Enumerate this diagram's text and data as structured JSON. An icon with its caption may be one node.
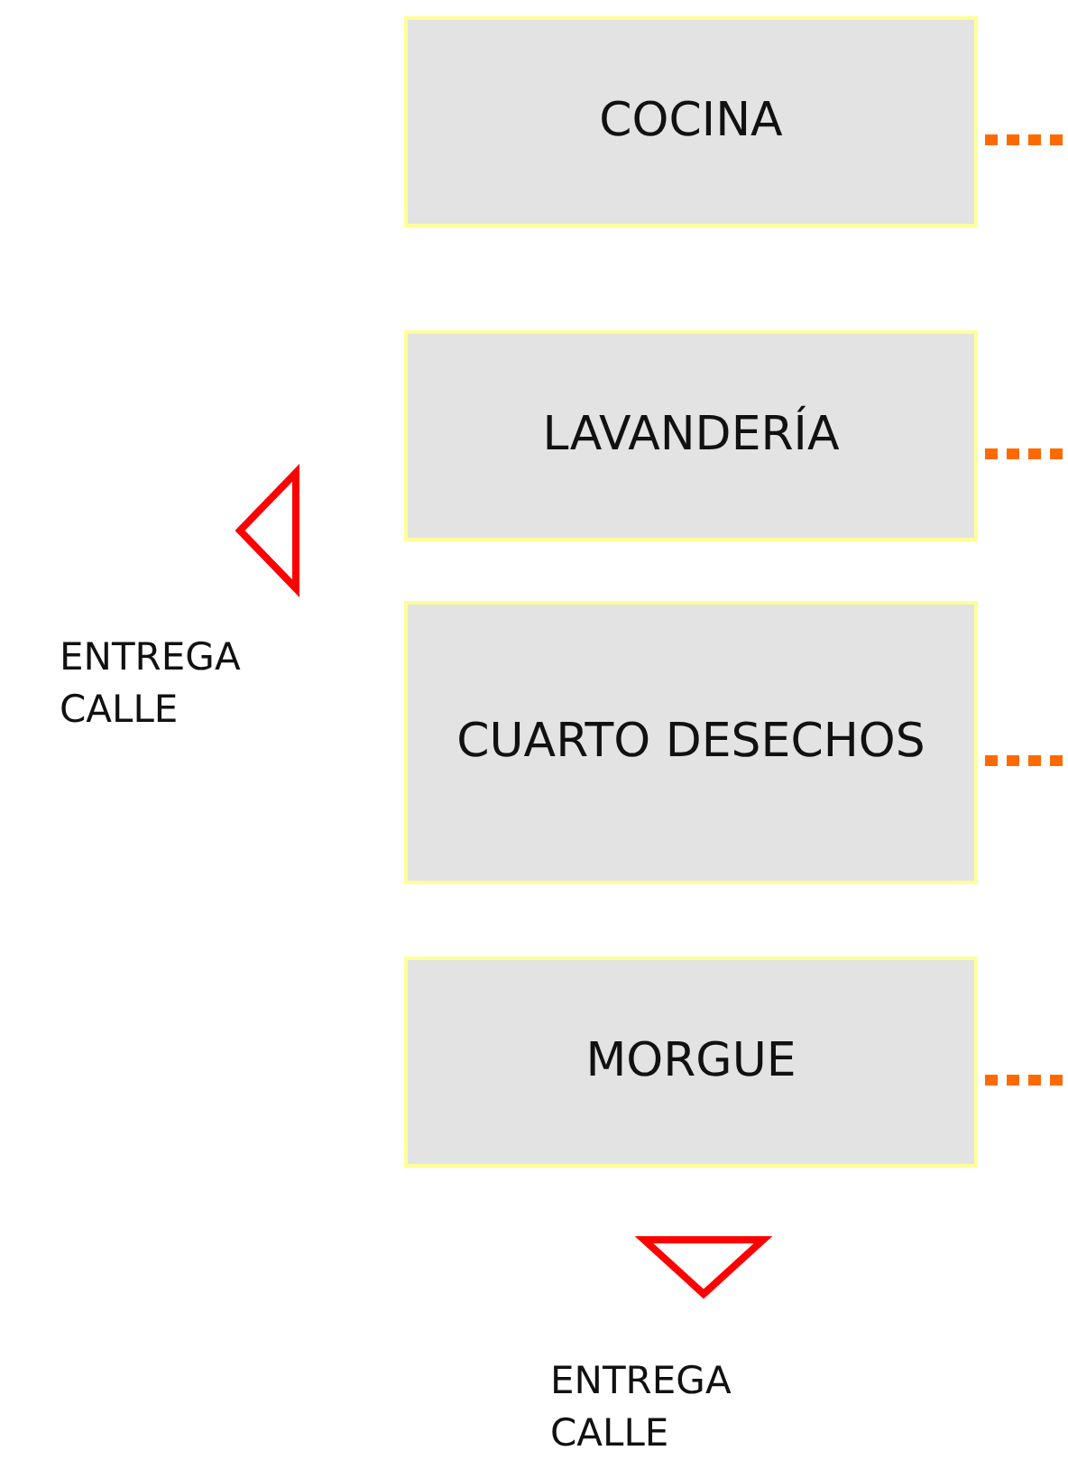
{
  "diagram": {
    "nodes": [
      {
        "text": [
          "COCINA"
        ]
      },
      {
        "text": [
          "LAVANDERÍA"
        ]
      },
      {
        "text": [
          "CUARTO DESECHOS"
        ]
      },
      {
        "text": [
          "MORGUE"
        ]
      }
    ],
    "edges": [
      {
        "from": 0,
        "to": null,
        "arrow": "none",
        "style": "dashed"
      },
      {
        "from": 1,
        "to": null,
        "arrow": "none",
        "style": "dashed"
      },
      {
        "from": 2,
        "to": null,
        "arrow": "none",
        "style": "dashed"
      },
      {
        "from": 3,
        "to": null,
        "arrow": "none",
        "style": "dashed"
      }
    ],
    "labels": [
      "ENTREGA CALLE",
      "ENTREGA CALLE"
    ]
  }
}
